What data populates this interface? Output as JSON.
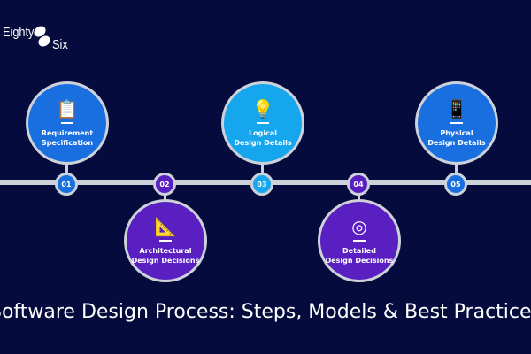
{
  "logo": {
    "line1": "Eighty",
    "line2": "Six"
  },
  "colors": {
    "background": "#060b3d",
    "blue": "#1a6fe0",
    "light_blue": "#16a6ee",
    "purple": "#5a1fc0"
  },
  "steps": [
    {
      "number": "01",
      "line1": "Requirement",
      "line2": "Specification",
      "icon": "clipboard-gear-icon"
    },
    {
      "number": "02",
      "line1": "Architectural",
      "line2": "Design Decisions",
      "icon": "drafting-compass-icon"
    },
    {
      "number": "03",
      "line1": "Logical",
      "line2": "Design Details",
      "icon": "bulb-vector-icon"
    },
    {
      "number": "04",
      "line1": "Detailed",
      "line2": "Design Decisions",
      "icon": "target-arrows-icon"
    },
    {
      "number": "05",
      "line1": "Physical",
      "line2": "Design Details",
      "icon": "devices-icon"
    }
  ],
  "title": "Software Design Process: Steps, Models & Best Practices"
}
